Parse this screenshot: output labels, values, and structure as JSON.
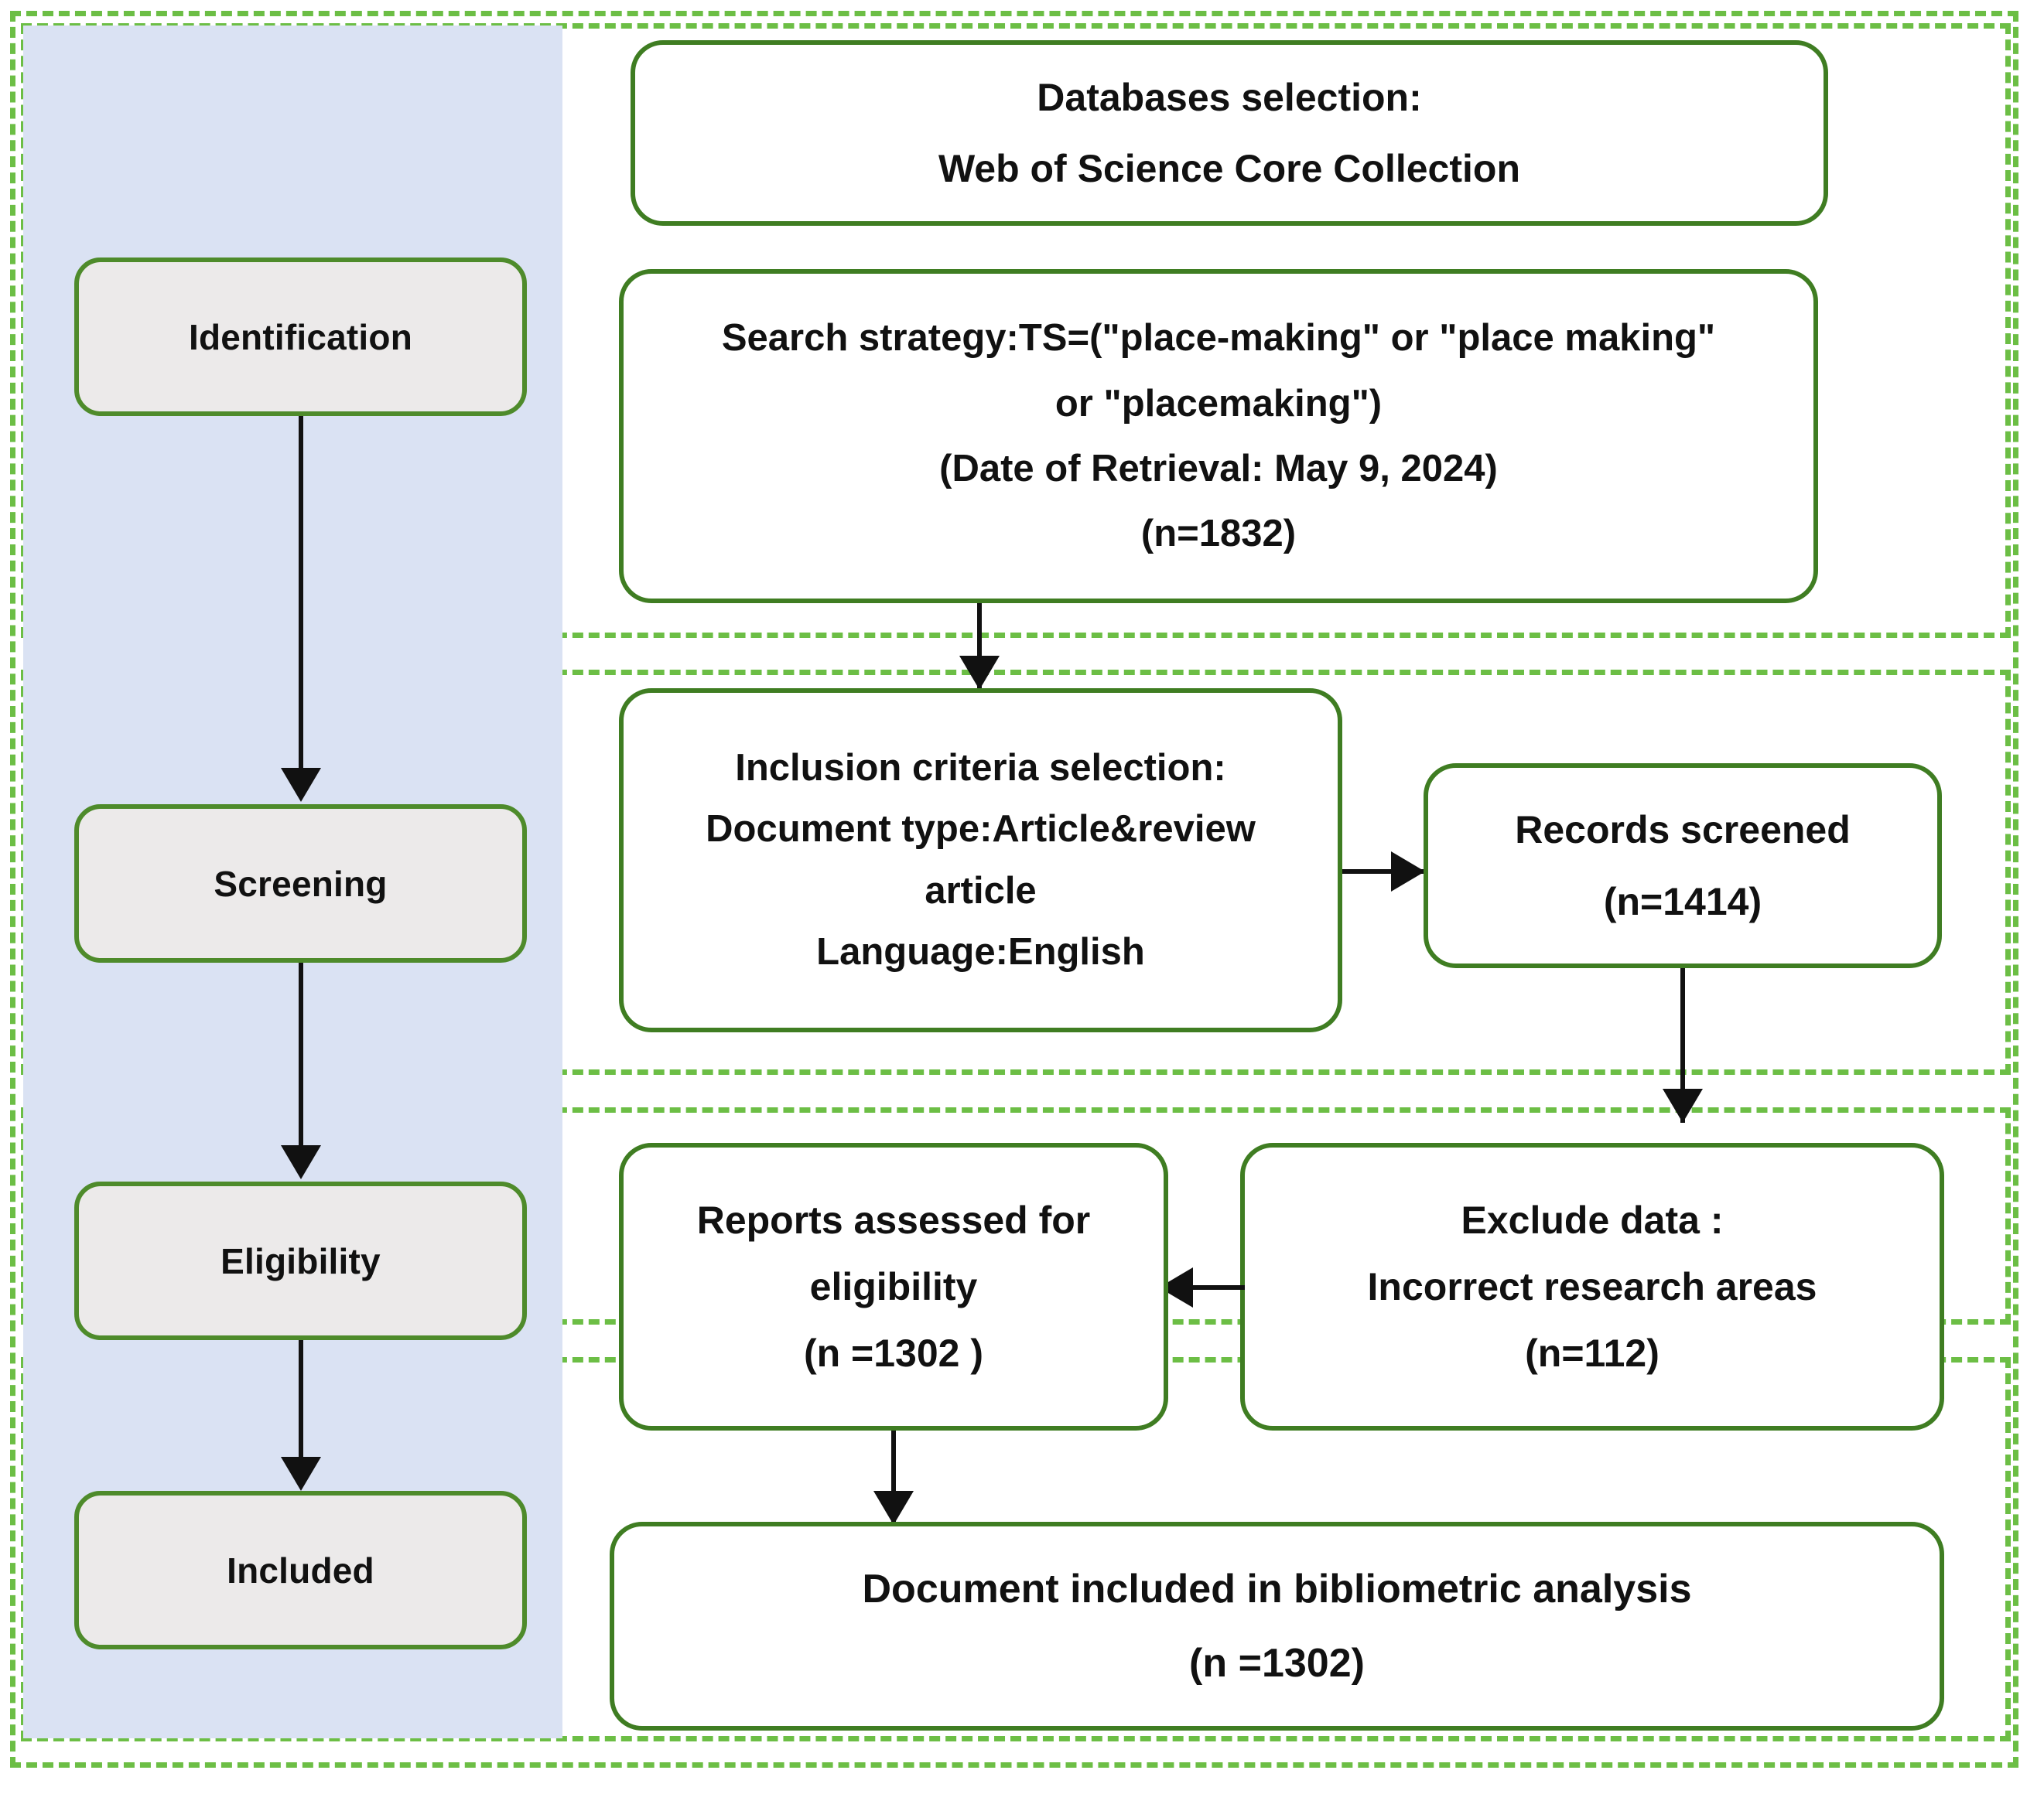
{
  "diagram": {
    "title": "PRISMA flow diagram",
    "colors": {
      "dashed_frame": "#6cbe45",
      "node_border": "#3f7d22",
      "stage_border": "#4e8b2b",
      "stage_fill": "#eceaea",
      "panel_fill": "#dae2f3",
      "connector": "#111111",
      "box_fill": "#ffffff"
    }
  },
  "stages": [
    {
      "label": "Identification"
    },
    {
      "label": "Screening"
    },
    {
      "label": "Eligibility"
    },
    {
      "label": "Included"
    }
  ],
  "nodes": {
    "databases": {
      "lines": [
        "Databases selection:",
        "Web of Science Core Collection"
      ]
    },
    "search_strategy": {
      "lines": [
        "Search strategy:TS=(\"place-making\" or \"place making\"",
        "or \"placemaking\")",
        "(Date of Retrieval: May 9, 2024)",
        "(n=1832)"
      ]
    },
    "inclusion_criteria": {
      "lines": [
        "Inclusion criteria selection:",
        "Document type:Article&review",
        "article",
        "Language:English"
      ]
    },
    "records_screened": {
      "lines": [
        "Records screened",
        "(n=1414)"
      ]
    },
    "reports_assessed": {
      "lines": [
        "Reports assessed for",
        "eligibility",
        "(n =1302 )"
      ]
    },
    "exclude_data": {
      "lines": [
        "Exclude data :",
        "Incorrect research areas",
        "(n=112)"
      ]
    },
    "document_included": {
      "lines": [
        "Document included in bibliometric analysis",
        "(n =1302)"
      ]
    }
  }
}
